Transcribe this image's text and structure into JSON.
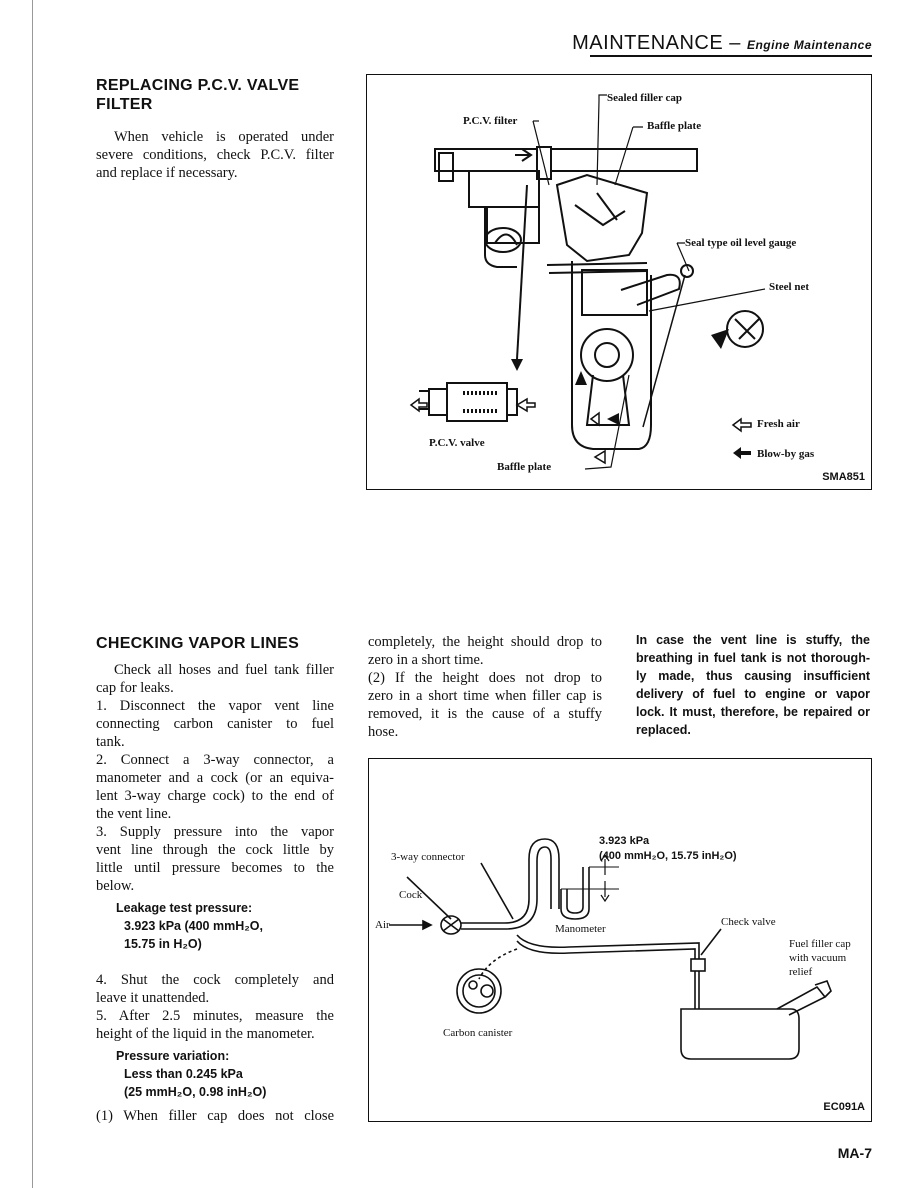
{
  "header": {
    "title": "MAINTENANCE",
    "dash": " – ",
    "subtitle": "Engine Maintenance"
  },
  "section1": {
    "heading_line1": "REPLACING P.C.V. VALVE",
    "heading_line2": "FILTER",
    "body_lines": [
      "When vehicle is operated under",
      "severe conditions, check P.C.V. filter",
      "and replace if necessary."
    ]
  },
  "figure1": {
    "labels": {
      "sealed_filler_cap": "Sealed filler cap",
      "pcv_filter": "P.C.V. filter",
      "baffle_plate_top": "Baffle plate",
      "seal_type_oil_gauge": "Seal type oil level gauge",
      "steel_net": "Steel net",
      "pcv_valve": "P.C.V. valve",
      "baffle_plate_bottom": "Baffle plate",
      "fresh_air": "Fresh air",
      "blow_by_gas": "Blow-by gas"
    },
    "code": "SMA851"
  },
  "section2": {
    "heading": "CHECKING VAPOR LINES",
    "col1": {
      "intro": [
        "Check all hoses and fuel tank filler",
        "cap for leaks."
      ],
      "step1": [
        "1.  Disconnect the vapor vent line",
        "connecting carbon canister to fuel",
        "tank."
      ],
      "step2": [
        "2.  Connect a 3-way connector, a",
        "manometer and a cock (or an equiva-",
        "lent 3-way charge cock) to the end of",
        "the vent line."
      ],
      "step3": [
        "3.  Supply pressure into the vapor",
        "vent line through the cock little by",
        "little until pressure becomes to the",
        "below."
      ],
      "leakage_title": "Leakage test pressure:",
      "leakage_value1": "3.923 kPa (400 mmH₂O,",
      "leakage_value2": "15.75 in H₂O)",
      "step4": [
        "4.  Shut the cock completely and",
        "leave it unattended."
      ],
      "step5": [
        "5.  After 2.5 minutes, measure the",
        "height of the liquid in the manometer."
      ],
      "pressure_title": "Pressure variation:",
      "pressure_value1": "Less than 0.245 kPa",
      "pressure_value2": "(25 mmH₂O, 0.98 inH₂O)",
      "sub1": "(1)  When filler cap does not close"
    },
    "col2": [
      "completely, the height should drop to",
      "zero in a short time.",
      "(2)  If the height does not drop to",
      "zero in a short time when filler cap is",
      "removed, it is the cause of a stuffy",
      "hose."
    ],
    "col3": [
      "In case the vent line is stuffy, the",
      "breathing in fuel tank is not thorough-",
      "ly made, thus causing insufficient",
      "delivery of fuel to engine or vapor",
      "lock. It must, therefore, be repaired or",
      "replaced."
    ]
  },
  "figure2": {
    "labels": {
      "pressure1": "3.923 kPa",
      "pressure2": "(400 mmH₂O, 15.75 inH₂O)",
      "three_way": "3-way connector",
      "cock": "Cock",
      "air": "Air",
      "manometer": "Manometer",
      "check_valve": "Check valve",
      "fuel_cap1": "Fuel filler cap",
      "fuel_cap2": "with vacuum",
      "fuel_cap3": "relief",
      "carbon_canister": "Carbon canister"
    },
    "code": "EC091A"
  },
  "page_number": "MA-7"
}
